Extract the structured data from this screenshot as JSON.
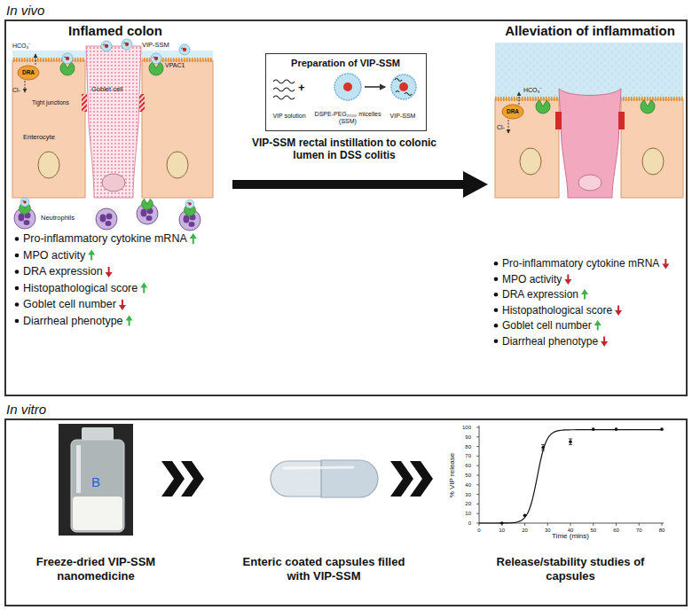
{
  "diagram": {
    "nodes": [
      {
        "text": [
          "In vivo"
        ]
      },
      {
        "text": [
          "Preparation of VIP-SSM",
          "VIP solution",
          "+",
          "DSPE-PEG₂₀₀₀ micelles (SSM)",
          "VIP-SSM"
        ],
        "in": 0
      },
      {
        "text": [
          "In vitro"
        ]
      }
    ],
    "labels": [
      "Inflamed colon",
      "VIP-SSM",
      "HCO₃⁻",
      "DRA",
      "Cl-",
      "Tight junctions",
      "Goblet cell",
      "VPAC1",
      "Enterocyte",
      "Neutrophils",
      "VIP-SSM rectal instillation to colonic lumen in DSS colitis",
      "Alleviation of inflammation",
      "HCO₃⁻",
      "DRA",
      "Cl-",
      "Pro-inflammatory cytokine mRNA",
      "MPO activity",
      "DRA expression",
      "Histopathological score",
      "Goblet cell number",
      "Diarrheal phenotype",
      "Pro-inflammatory cytokine mRNA",
      "MPO activity",
      "DRA expression",
      "Histopathological score",
      "Goblet cell number",
      "Diarrheal phenotype",
      "B",
      "Freeze-dried VIP-SSM nanomedicine",
      "Enteric coated capsules filled with VIP-SSM",
      "Release/stability studies of capsules",
      "% VIP release",
      "Time (mins)",
      "0",
      "10",
      "20",
      "30",
      "40",
      "50",
      "60",
      "70",
      "80",
      "90",
      "100",
      "0",
      "10",
      "20",
      "30",
      "40",
      "50",
      "60",
      "70",
      "80"
    ]
  }
}
